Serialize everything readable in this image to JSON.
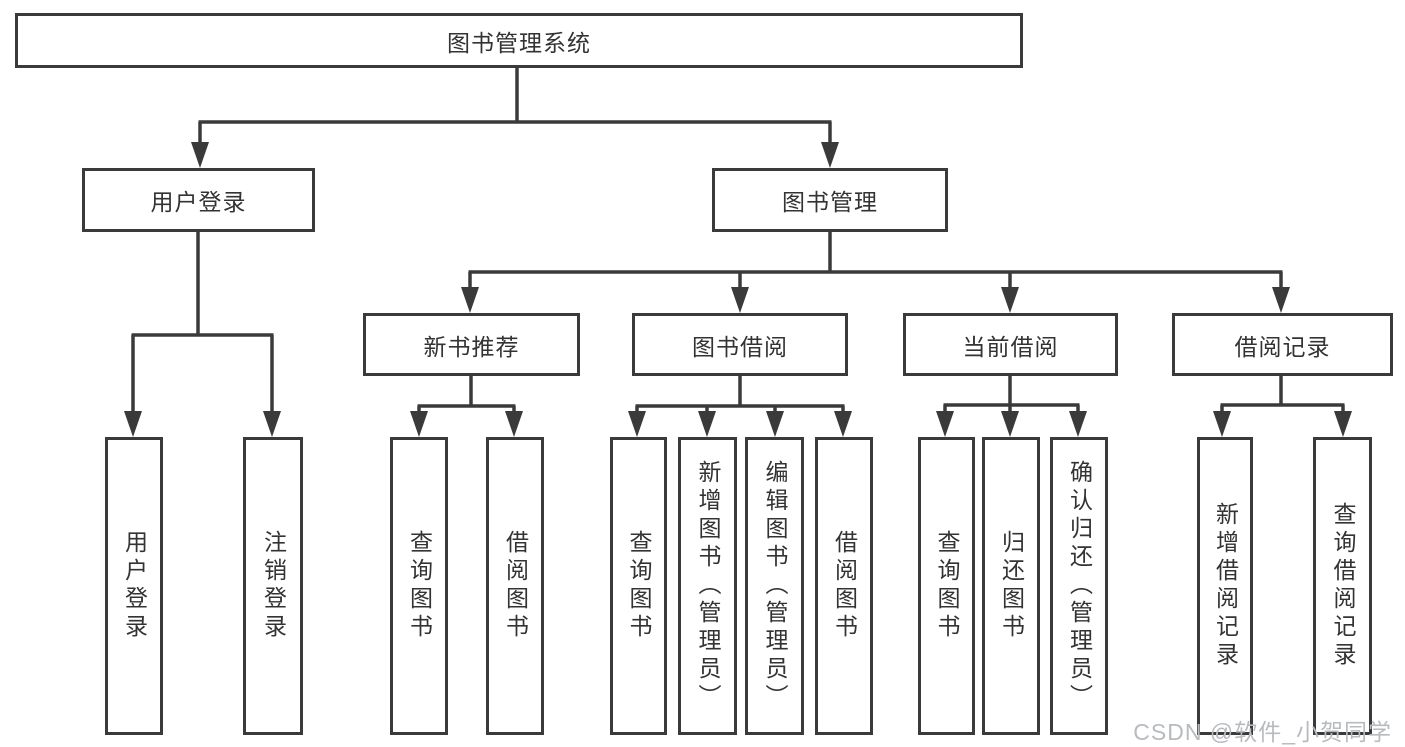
{
  "diagram": {
    "root": {
      "label": "图书管理系统"
    },
    "level2": {
      "user_login": {
        "label": "用户登录"
      },
      "book_management": {
        "label": "图书管理"
      }
    },
    "level3": {
      "new_book_recommend": {
        "label": "新书推荐"
      },
      "book_borrow": {
        "label": "图书借阅"
      },
      "current_borrow": {
        "label": "当前借阅"
      },
      "borrow_records": {
        "label": "借阅记录"
      }
    },
    "leaves": {
      "user_login": {
        "label": "用户登录"
      },
      "logout": {
        "label": "注销登录"
      },
      "nb_query_books": {
        "label": "查询图书"
      },
      "nb_borrow_books": {
        "label": "借阅图书"
      },
      "bb_query_books": {
        "label": "查询图书"
      },
      "bb_add_books_admin": {
        "label": "新增图书（管理员）"
      },
      "bb_edit_books_admin": {
        "label": "编辑图书（管理员）"
      },
      "bb_borrow_books": {
        "label": "借阅图书"
      },
      "cb_query_books": {
        "label": "查询图书"
      },
      "cb_return_books": {
        "label": "归还图书"
      },
      "cb_confirm_return_admin": {
        "label": "确认归还（管理员）"
      },
      "br_add_record": {
        "label": "新增借阅记录"
      },
      "br_query_record": {
        "label": "查询借阅记录"
      }
    }
  },
  "watermark": {
    "text": "CSDN @软件_小贺同学"
  },
  "colors": {
    "line": "#3a3a3a",
    "text": "#333333",
    "watermark": "#b7bbc0",
    "background": "#ffffff"
  }
}
